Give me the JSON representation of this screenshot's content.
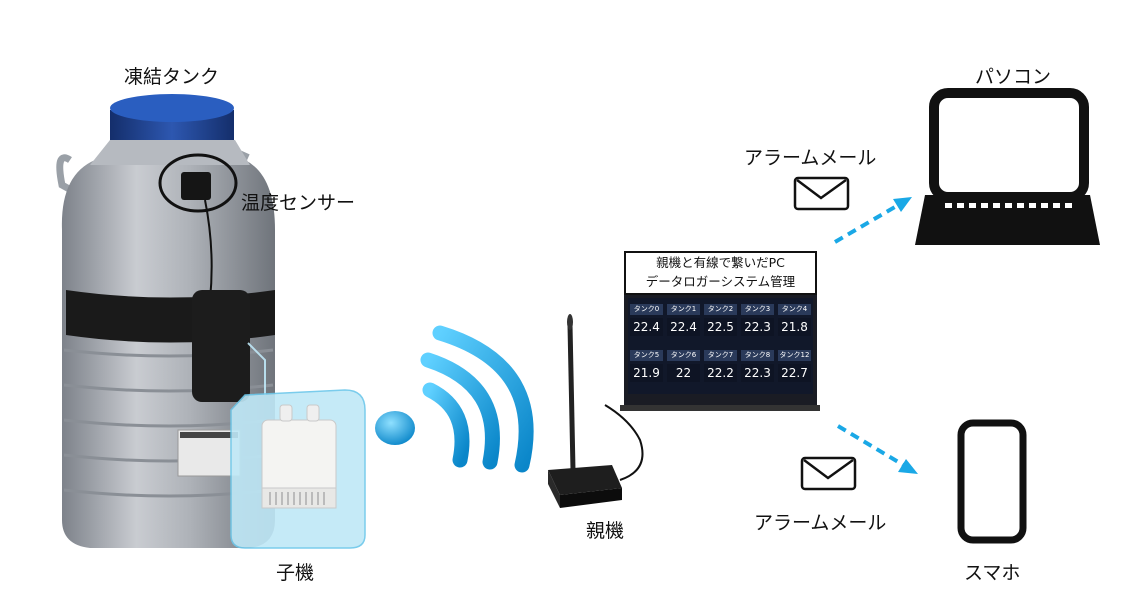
{
  "labels": {
    "tank": "凍結タンク",
    "sensor": "温度センサー",
    "child": "子機",
    "parent": "親機",
    "pc": "パソコン",
    "phone": "スマホ",
    "alarm_top": "アラームメール",
    "alarm_bottom": "アラームメール"
  },
  "monitor": {
    "caption_line1": "親機と有線で繋いだPC",
    "caption_line2": "データロガーシステム管理",
    "cells": [
      {
        "name": "タンク0",
        "value": "22.4"
      },
      {
        "name": "タンク1",
        "value": "22.4"
      },
      {
        "name": "タンク2",
        "value": "22.5"
      },
      {
        "name": "タンク3",
        "value": "22.3"
      },
      {
        "name": "タンク4",
        "value": "21.8"
      },
      {
        "name": "タンク5",
        "value": "21.9"
      },
      {
        "name": "タンク6",
        "value": "22"
      },
      {
        "name": "タンク7",
        "value": "22.2"
      },
      {
        "name": "タンク8",
        "value": "22.3"
      },
      {
        "name": "タンク12",
        "value": "22.7"
      }
    ]
  },
  "colors": {
    "wave": "#1aa8e6",
    "arrow": "#1aa8e6",
    "highlight": "#bfe8f7",
    "tank": "#a8adb5",
    "lid": "#1c3f8e"
  },
  "icons": [
    "envelope-icon",
    "laptop-icon",
    "smartphone-icon",
    "wifi-waves-icon",
    "router-icon"
  ]
}
